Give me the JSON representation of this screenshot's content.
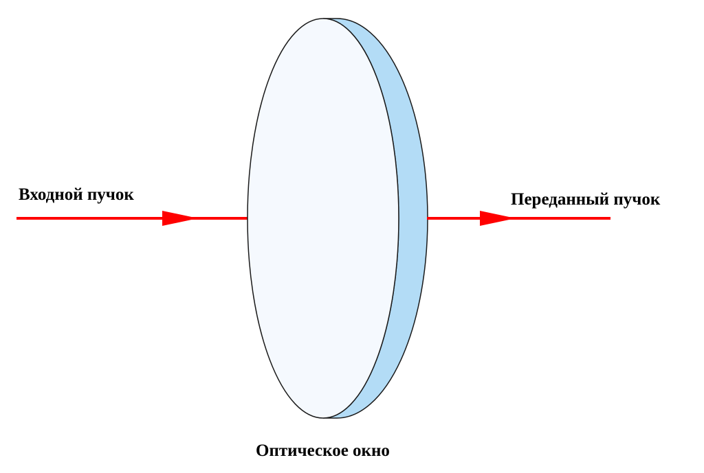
{
  "labels": {
    "input_beam": "Входной пучок",
    "output_beam": "Переданный пучок",
    "window": "Оптическое окно"
  },
  "colors": {
    "beam": "#ff0000",
    "window_face": "#f5f9fe",
    "window_edge": "#b3dcf6",
    "outline": "#1a1a1a",
    "text": "#000000"
  }
}
